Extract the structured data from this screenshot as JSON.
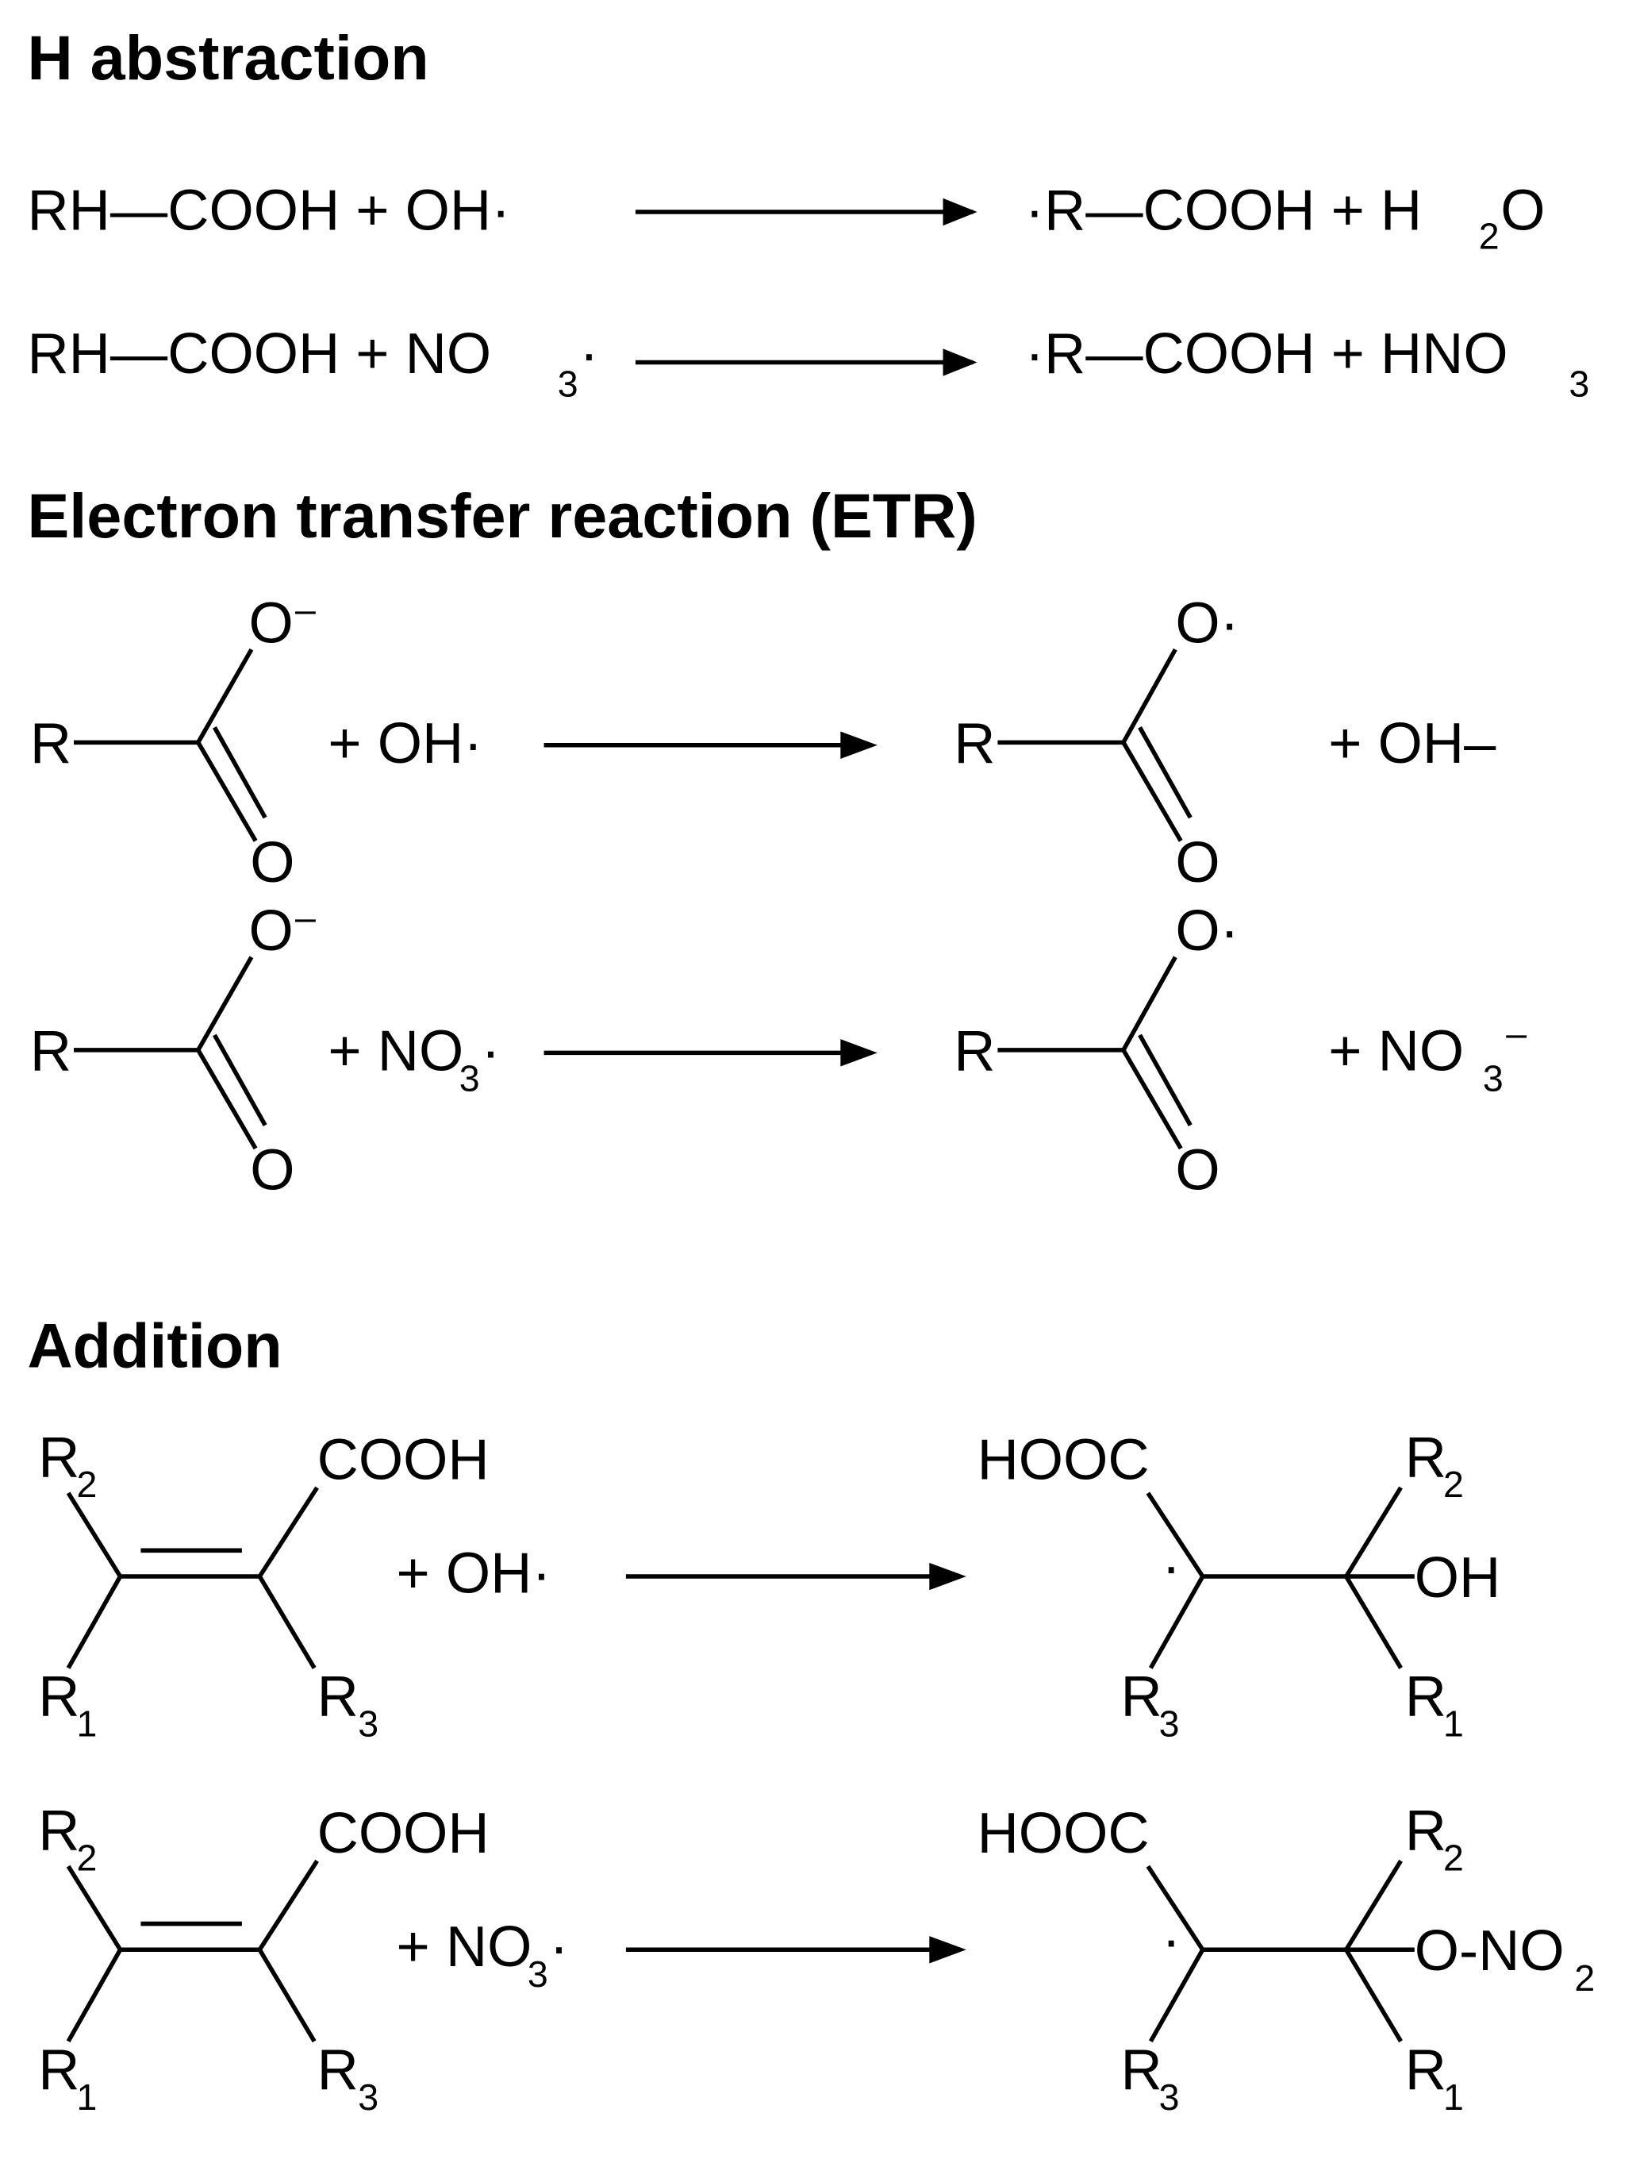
{
  "headings": {
    "h_abstraction": "H abstraction",
    "etr": "Electron transfer reaction (ETR)",
    "addition": "Addition"
  },
  "h_abs": {
    "r1_reactants": "RH—COOH  +  OH·",
    "r1_products": "·R—COOH  +  H",
    "r1_sub": "2",
    "r1_products_end": "O",
    "r2_reactants": "RH—COOH  +  NO",
    "r2_sub": "3",
    "r2_dot": "·",
    "r2_products": "·R—COOH  +  HNO",
    "r2_products_sub": "3"
  },
  "etr": {
    "R": "R",
    "O": "O",
    "minus": "–",
    "O_radical": "O·",
    "r1_reagent": "+ OH·",
    "r1_byproduct": "+  OH–",
    "r2_reagent": "+ NO",
    "r2_reagent_sub": "3",
    "r2_reagent_dot": "·",
    "r2_byproduct": "+  NO",
    "r2_byproduct_sub": "3",
    "r2_byproduct_sup": "–"
  },
  "addition": {
    "R": "R",
    "sub1": "1",
    "sub2": "2",
    "sub3": "3",
    "COOH": "COOH",
    "HOOC": "HOOC",
    "radical_dot": "·",
    "r1_reagent": "+ OH·",
    "r1_product_group": "OH",
    "r2_reagent": "+ NO",
    "r2_reagent_sub": "3",
    "r2_reagent_dot": "·",
    "r2_product_group": "O-NO",
    "r2_product_group_sub": "2"
  }
}
